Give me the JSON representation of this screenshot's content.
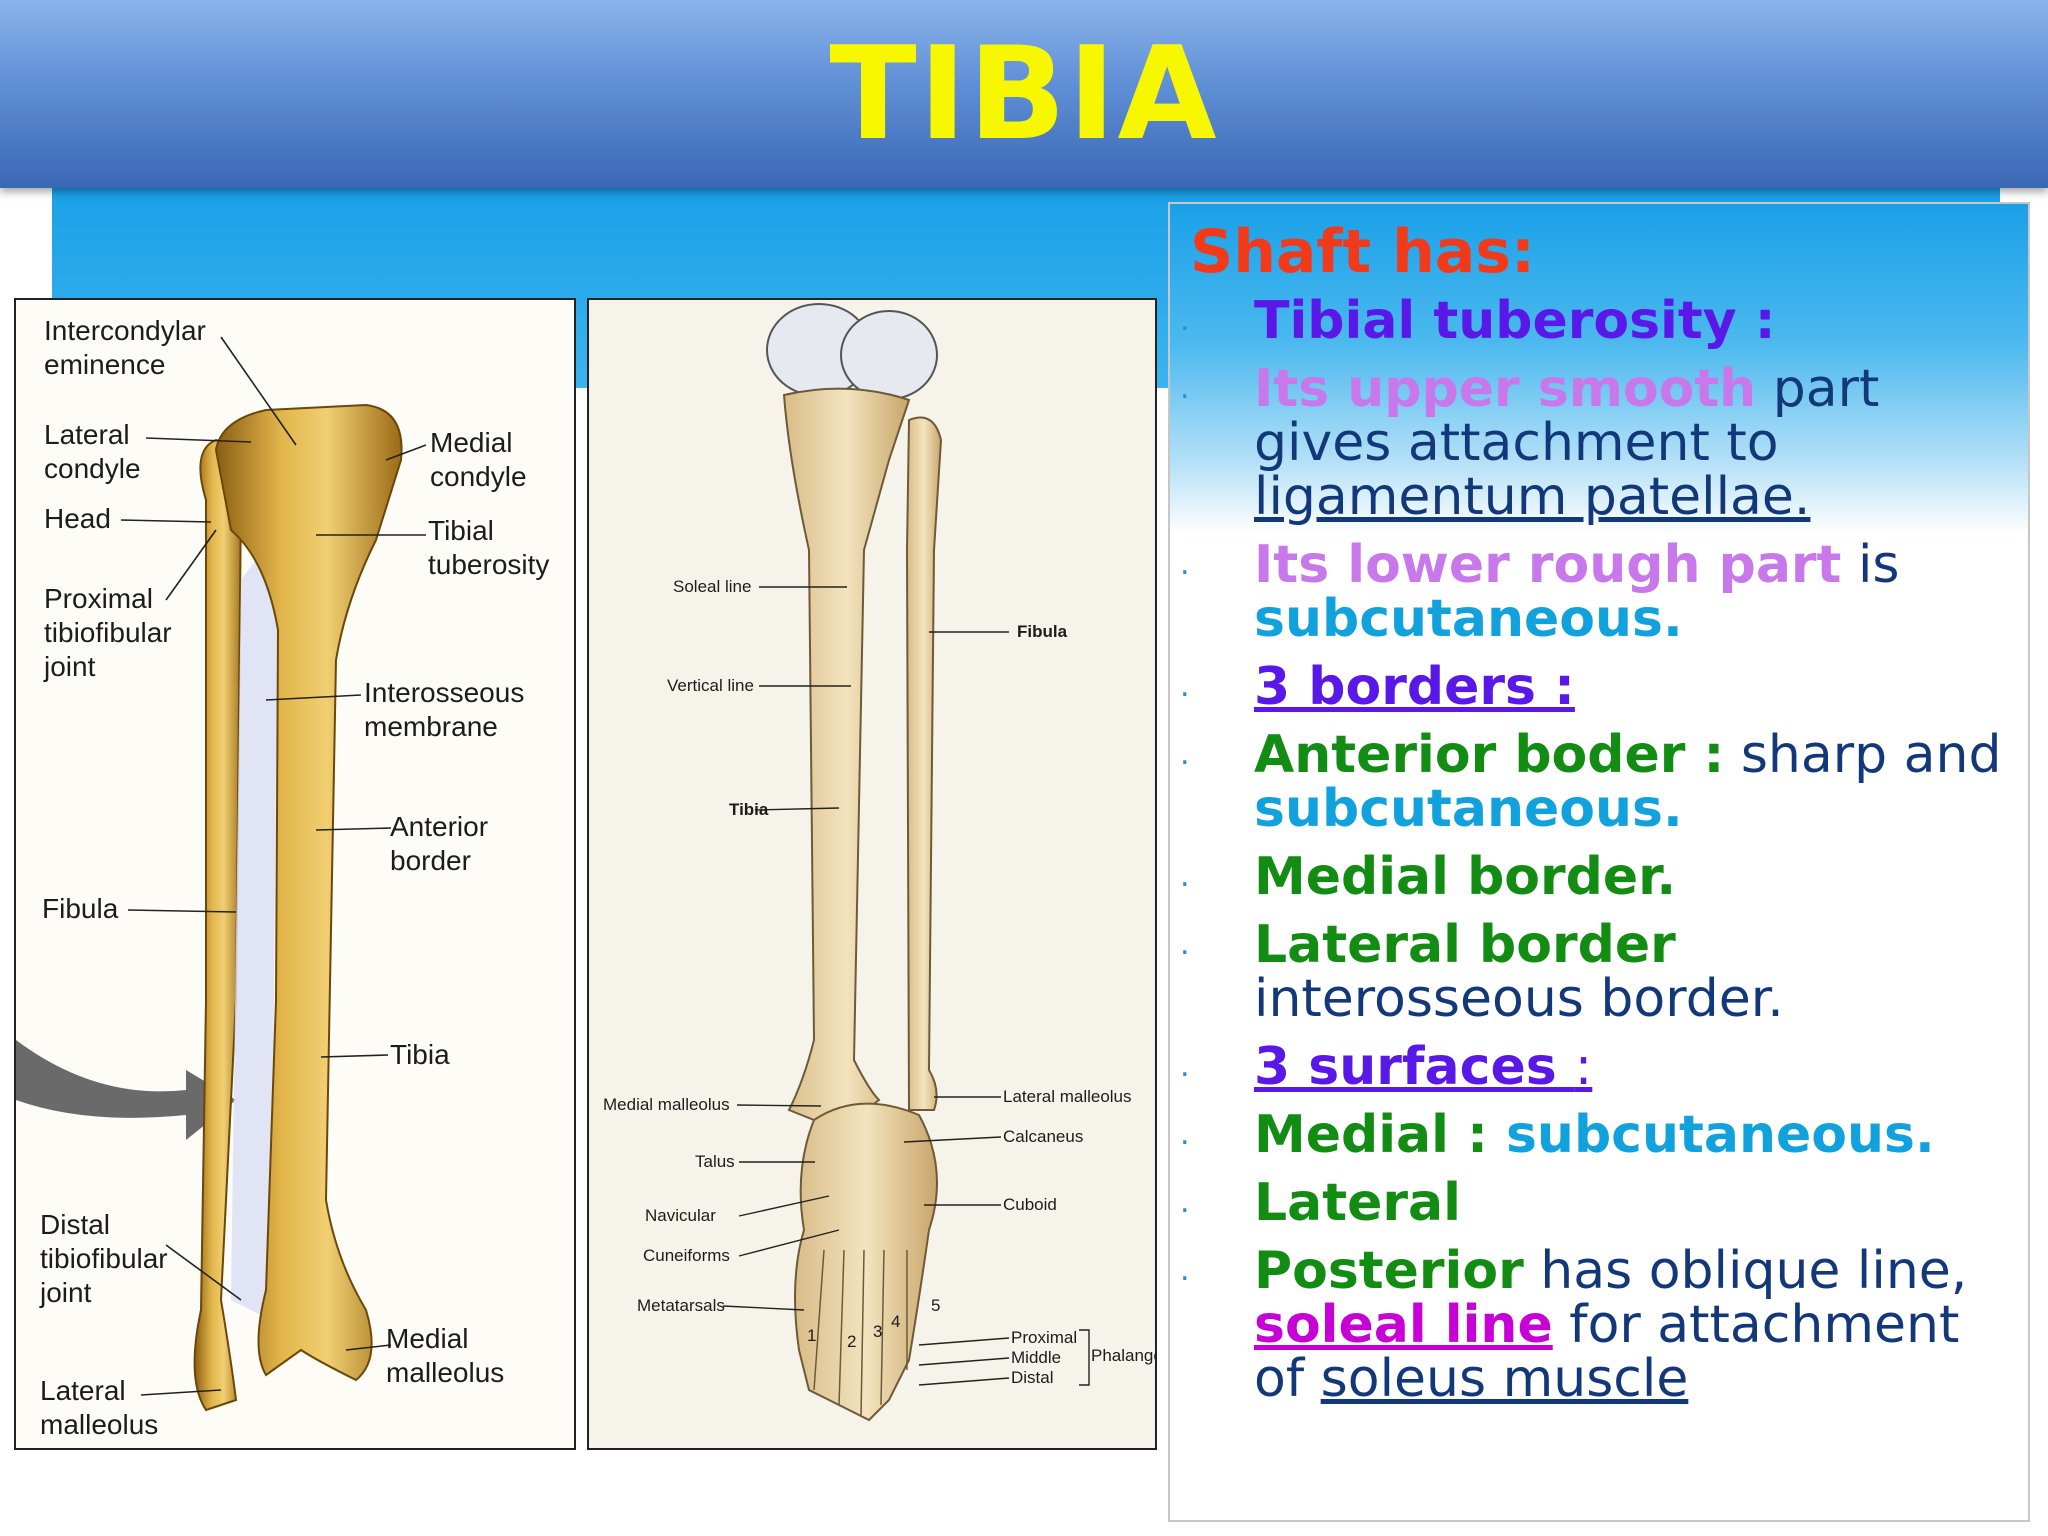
{
  "title": "TIBIA",
  "colors": {
    "title_bar": "#4f7fcc",
    "title_text": "#f7f700",
    "band": "#1aa0e8",
    "heading": "#f03a1a"
  },
  "left_figure": {
    "labels": {
      "intercondylar": "Intercondylar\neminence",
      "lateral_condyle": "Lateral\ncondyle",
      "head": "Head",
      "proximal_joint": "Proximal\ntibiofibular\njoint",
      "fibula": "Fibula",
      "distal_joint": "Distal\ntibiofibular\njoint",
      "lateral_malleolus": "Lateral\nmalleolus",
      "medial_condyle": "Medial\ncondyle",
      "tibial_tuberosity": "Tibial\ntuberosity",
      "interosseous": "Interosseous\nmembrane",
      "anterior_border": "Anterior\nborder",
      "tibia": "Tibia",
      "medial_malleolus": "Medial\nmalleolus"
    }
  },
  "right_figure": {
    "labels": {
      "soleal_line": "Soleal line",
      "vertical_line": "Vertical line",
      "tibia": "Tibia",
      "fibula": "Fibula",
      "medial_malleolus": "Medial malleolus",
      "talus": "Talus",
      "navicular": "Navicular",
      "cuneiforms": "Cuneiforms",
      "metatarsals": "Metatarsals",
      "lateral_malleolus": "Lateral malleolus",
      "calcaneus": "Calcaneus",
      "cuboid": "Cuboid",
      "proximal": "Proximal",
      "middle": "Middle",
      "distal": "Distal",
      "phalanges": "Phalange",
      "digits": [
        "1",
        "2",
        "3",
        "4",
        "5"
      ]
    }
  },
  "text_panel": {
    "heading": "Shaft has:",
    "bullets": [
      {
        "parts": [
          {
            "t": "Tibial tuberosity :"
          }
        ]
      },
      {
        "parts": [
          {
            "t": "Its upper smooth"
          },
          {
            "t": " part gives attachment to "
          },
          {
            "t": "ligamentum patellae."
          }
        ]
      },
      {
        "parts": [
          {
            "t": "Its lower rough part"
          },
          {
            "t": " is "
          },
          {
            "t": "subcutaneous."
          }
        ]
      },
      {
        "parts": [
          {
            "t": "3 borders :"
          }
        ]
      },
      {
        "parts": [
          {
            "t": "Anterior boder :"
          },
          {
            "t": " sharp and "
          },
          {
            "t": "subcutaneous."
          }
        ]
      },
      {
        "parts": [
          {
            "t": "Medial border."
          }
        ]
      },
      {
        "parts": [
          {
            "t": "Lateral border"
          },
          {
            "t": " interosseous border."
          }
        ]
      },
      {
        "parts": [
          {
            "t": " 3 surfaces "
          },
          {
            "t": ":"
          }
        ]
      },
      {
        "parts": [
          {
            "t": "Medial :"
          },
          {
            "t": " subcutaneous."
          }
        ]
      },
      {
        "parts": [
          {
            "t": "Lateral"
          }
        ]
      },
      {
        "parts": [
          {
            "t": "Posterior"
          },
          {
            "t": " has oblique line, "
          },
          {
            "t": "soleal line"
          },
          {
            "t": " for attachment of "
          },
          {
            "t": "soleus muscle"
          }
        ]
      }
    ]
  }
}
